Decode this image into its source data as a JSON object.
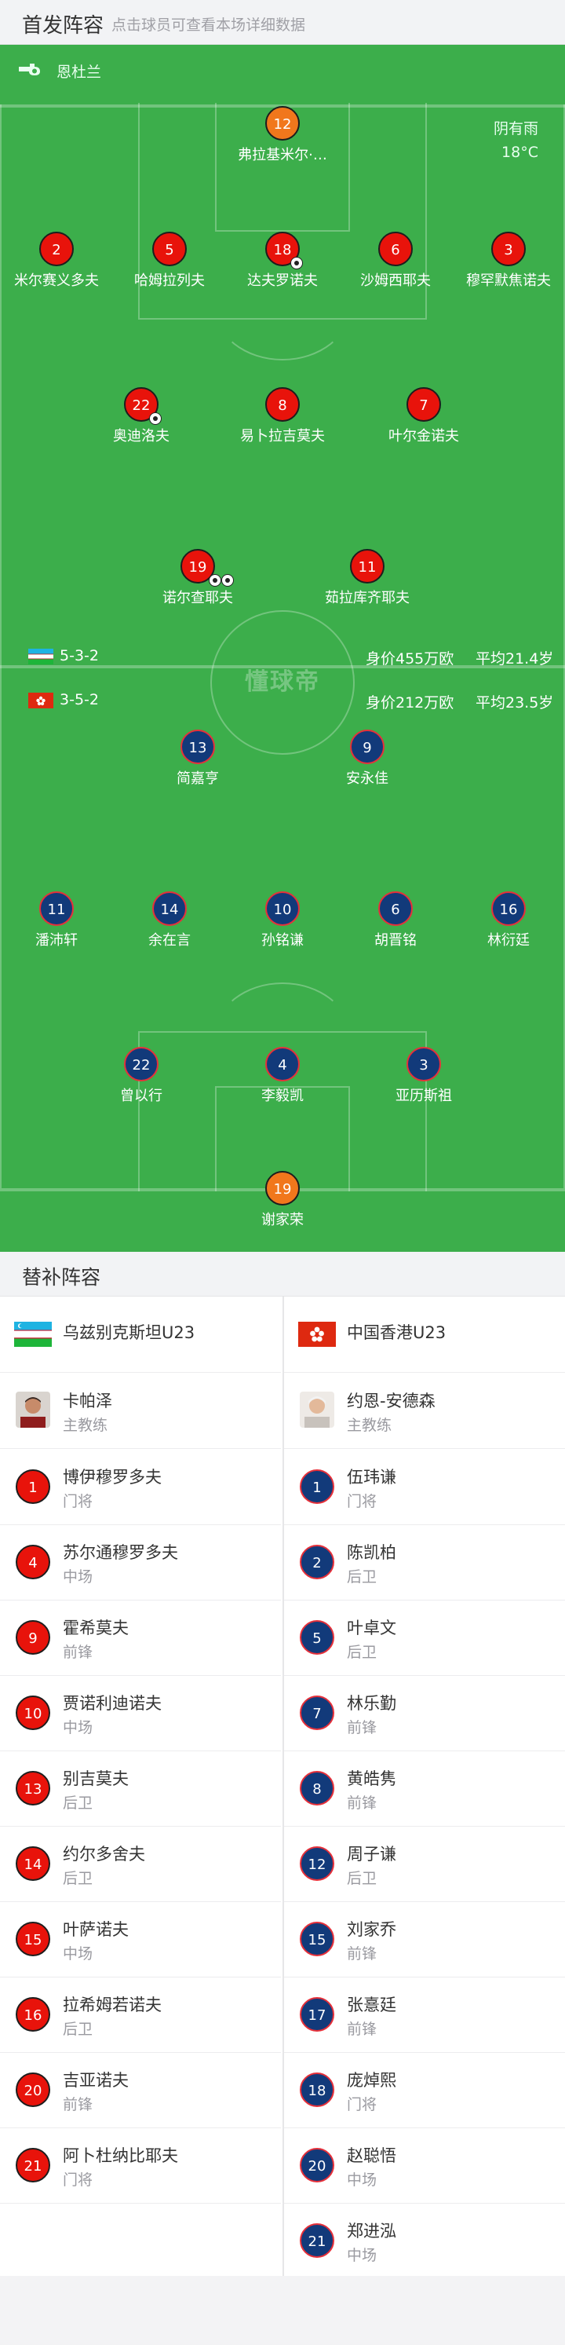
{
  "header": {
    "title": "首发阵容",
    "subtitle": "点击球员可查看本场详细数据"
  },
  "pitch": {
    "referee": "恩杜兰",
    "weather": "阴有雨",
    "temperature": "18°C",
    "watermark": "懂球帝",
    "home": {
      "formation": "5-3-2",
      "worth": "身价455万欧",
      "avg_age": "平均21.4岁",
      "players": {
        "gk": {
          "number": "12",
          "name": "弗拉基米尔·…"
        },
        "d1": {
          "number": "2",
          "name": "米尔赛义多夫"
        },
        "d2": {
          "number": "5",
          "name": "哈姆拉列夫"
        },
        "d3": {
          "number": "18",
          "name": "达夫罗诺夫"
        },
        "d4": {
          "number": "6",
          "name": "沙姆西耶夫"
        },
        "d5": {
          "number": "3",
          "name": "穆罕默焦诺夫"
        },
        "m1": {
          "number": "22",
          "name": "奥迪洛夫"
        },
        "m2": {
          "number": "8",
          "name": "易卜拉吉莫夫"
        },
        "m3": {
          "number": "7",
          "name": "叶尔金诺夫"
        },
        "f1": {
          "number": "19",
          "name": "诺尔查耶夫"
        },
        "f2": {
          "number": "11",
          "name": "茹拉库齐耶夫"
        }
      }
    },
    "away": {
      "formation": "3-5-2",
      "worth": "身价212万欧",
      "avg_age": "平均23.5岁",
      "players": {
        "f1": {
          "number": "13",
          "name": "简嘉亨"
        },
        "f2": {
          "number": "9",
          "name": "安永佳"
        },
        "m1": {
          "number": "11",
          "name": "潘沛轩"
        },
        "m2": {
          "number": "14",
          "name": "余在言"
        },
        "m3": {
          "number": "10",
          "name": "孙铭谦"
        },
        "m4": {
          "number": "6",
          "name": "胡晋铭"
        },
        "m5": {
          "number": "16",
          "name": "林衍廷"
        },
        "d1": {
          "number": "22",
          "name": "曾以行"
        },
        "d2": {
          "number": "4",
          "name": "李毅凯"
        },
        "d3": {
          "number": "3",
          "name": "亚历斯祖"
        },
        "gk": {
          "number": "19",
          "name": "谢家荣"
        }
      }
    }
  },
  "subs": {
    "title": "替补阵容",
    "home": {
      "team": "乌兹别克斯坦U23",
      "coach": {
        "name": "卡帕泽",
        "role": "主教练"
      },
      "players": [
        {
          "number": "1",
          "name": "博伊穆罗多夫",
          "pos": "门将"
        },
        {
          "number": "4",
          "name": "苏尔通穆罗多夫",
          "pos": "中场"
        },
        {
          "number": "9",
          "name": "霍希莫夫",
          "pos": "前锋"
        },
        {
          "number": "10",
          "name": "贾诺利迪诺夫",
          "pos": "中场"
        },
        {
          "number": "13",
          "name": "别吉莫夫",
          "pos": "后卫"
        },
        {
          "number": "14",
          "name": "约尔多舍夫",
          "pos": "后卫"
        },
        {
          "number": "15",
          "name": "叶萨诺夫",
          "pos": "中场"
        },
        {
          "number": "16",
          "name": "拉希姆若诺夫",
          "pos": "后卫"
        },
        {
          "number": "20",
          "name": "吉亚诺夫",
          "pos": "前锋"
        },
        {
          "number": "21",
          "name": "阿卜杜纳比耶夫",
          "pos": "门将"
        }
      ]
    },
    "away": {
      "team": "中国香港U23",
      "coach": {
        "name": "约恩-安德森",
        "role": "主教练"
      },
      "players": [
        {
          "number": "1",
          "name": "伍玮谦",
          "pos": "门将"
        },
        {
          "number": "2",
          "name": "陈凯柏",
          "pos": "后卫"
        },
        {
          "number": "5",
          "name": "叶卓文",
          "pos": "后卫"
        },
        {
          "number": "7",
          "name": "林乐勤",
          "pos": "前锋"
        },
        {
          "number": "8",
          "name": "黄皓隽",
          "pos": "前锋"
        },
        {
          "number": "12",
          "name": "周子谦",
          "pos": "后卫"
        },
        {
          "number": "15",
          "name": "刘家乔",
          "pos": "前锋"
        },
        {
          "number": "17",
          "name": "张憙廷",
          "pos": "前锋"
        },
        {
          "number": "18",
          "name": "庞焯熙",
          "pos": "门将"
        },
        {
          "number": "20",
          "name": "赵聪悟",
          "pos": "中场"
        },
        {
          "number": "21",
          "name": "郑进泓",
          "pos": "中场"
        }
      ]
    }
  }
}
